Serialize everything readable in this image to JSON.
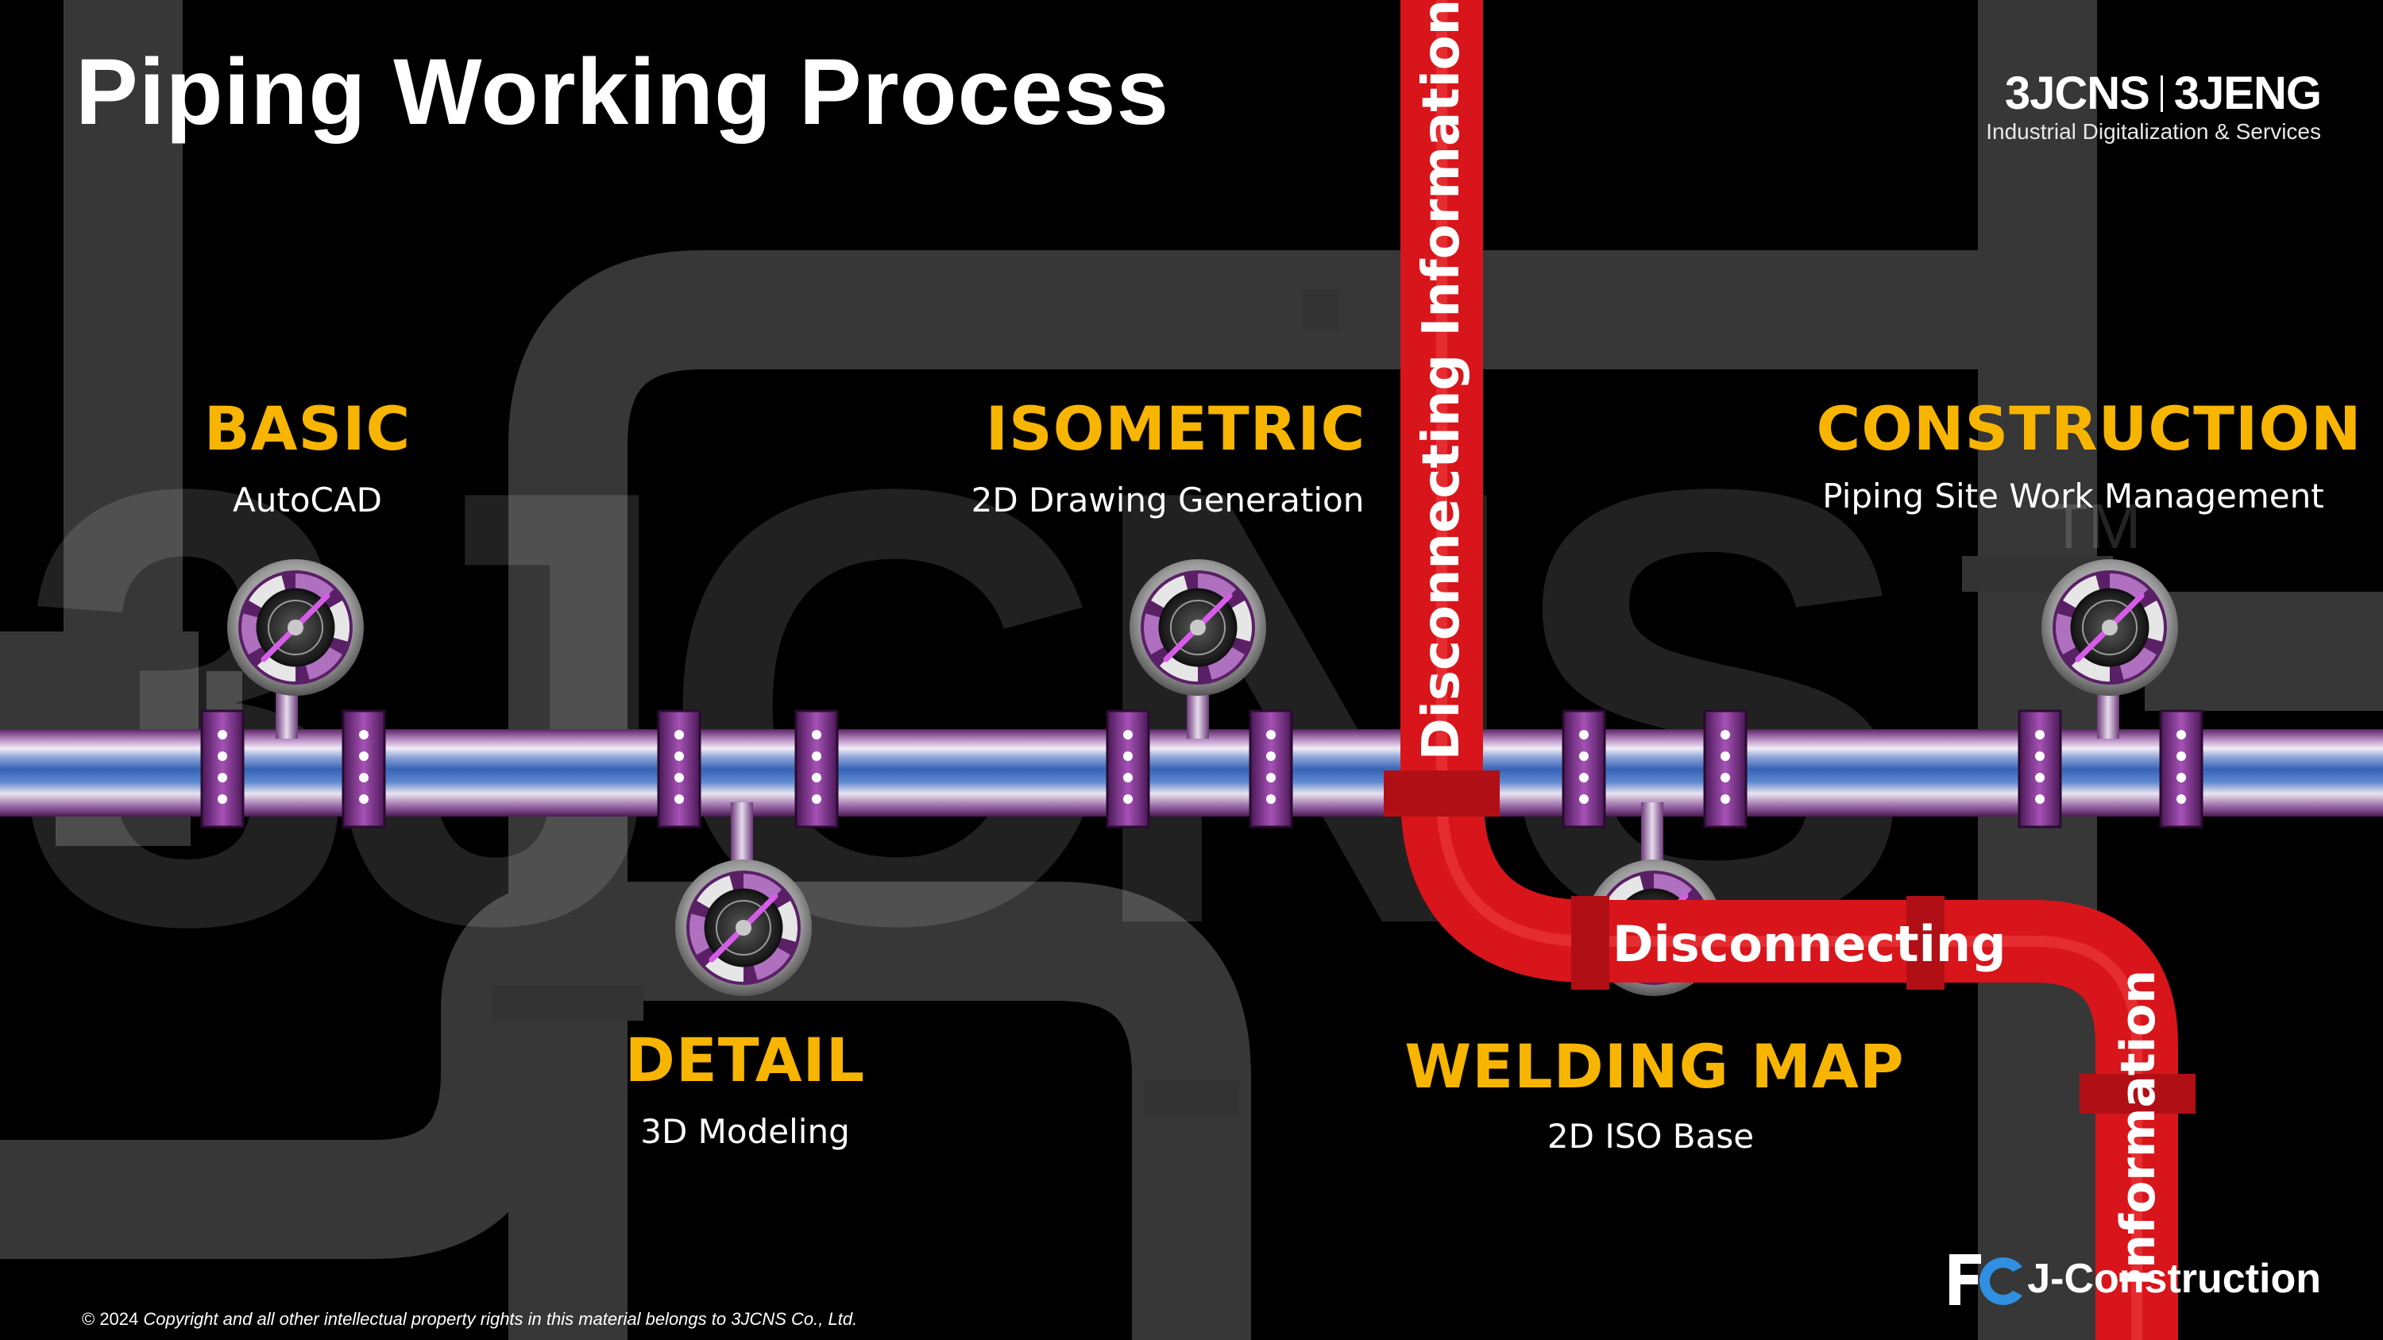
{
  "title": "Piping Working Process",
  "brand": {
    "left": "3JCNS",
    "right": "3JENG",
    "tagline": "Industrial Digitalization & Services",
    "watermark": "3JCNS",
    "watermark_tm": "TM"
  },
  "stages": [
    {
      "title": "BASIC",
      "subtitle": "AutoCAD"
    },
    {
      "title": "DETAIL",
      "subtitle": "3D Modeling"
    },
    {
      "title": "ISOMETRIC",
      "subtitle": "2D Drawing Generation"
    },
    {
      "title": "WELDING MAP",
      "subtitle": "2D ISO Base"
    },
    {
      "title": "CONSTRUCTION",
      "subtitle": "Piping Site Work Management"
    }
  ],
  "red_pipe": {
    "vertical_label": "Disconnecting Information",
    "horizontal_label": "Disconnecting",
    "lower_label": "Information"
  },
  "footer": {
    "copyright_mark": "© 2024",
    "copyright_text": "Copyright and all other intellectual property rights in this material belongs to 3JCNS Co., Ltd."
  },
  "product": {
    "logo": "FC",
    "name": "J-Construction"
  },
  "colors": {
    "background": "#000000",
    "stage_title": "#f7b500",
    "red_pipe": "#d9141a",
    "main_pipe_purple": "#7d3b8a",
    "main_pipe_blue": "#3b6fc2",
    "bg_pipe": "#3a3a3a"
  },
  "icons": [
    "pressure-gauge-icon",
    "flange-icon"
  ]
}
